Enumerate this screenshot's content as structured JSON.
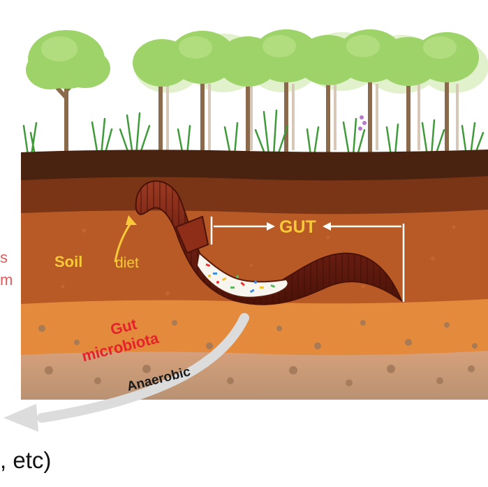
{
  "labels": {
    "soil": "Soil",
    "diet": "diet",
    "gut": "GUT",
    "gut_microbiota_line1": "Gut",
    "gut_microbiota_line2": "microbiota",
    "anaerobic": "Anaerobic",
    "left_fragment_1": "s",
    "left_fragment_2": "m",
    "bottom_fragment": ", etc)"
  },
  "colors": {
    "soil_text": "#f7c93a",
    "gut_text": "#f7c93a",
    "microbiota_text": "#e3222a",
    "anaerobic_text": "#1a1a1a",
    "left_fragment_text": "#e05a5a",
    "bottom_text": "#111111",
    "topsoil_dark": "#4a2210",
    "soil_mid": "#9a4a20",
    "soil_orange": "#d97d35",
    "soil_light": "#f0a25a",
    "gravel": "#c9a888",
    "worm_body": "#6e1f12",
    "worm_highlight": "#9c3a22",
    "foliage": "#9ed36a",
    "grass": "#3f9a3a",
    "arrow_gray": "#d9d9d9"
  }
}
